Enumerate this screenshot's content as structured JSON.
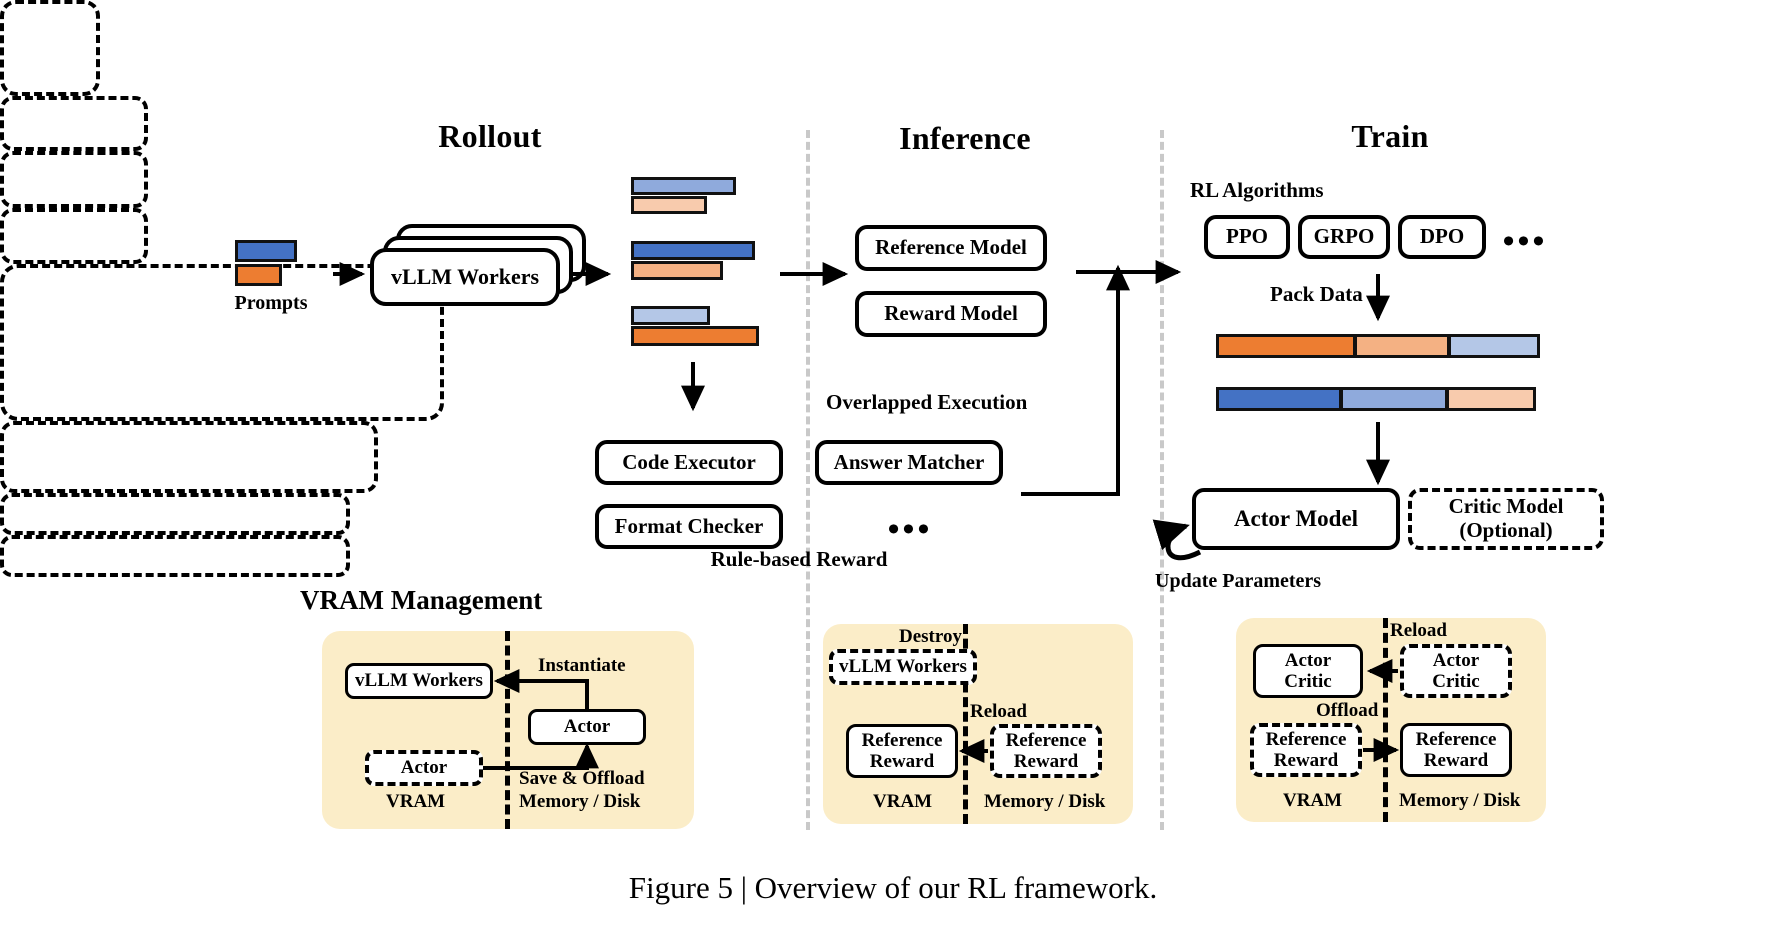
{
  "figure": {
    "caption": "Figure 5 | Overview of our RL framework."
  },
  "stages": [
    {
      "id": "rollout",
      "title": "Rollout"
    },
    {
      "id": "inference",
      "title": "Inference"
    },
    {
      "id": "train",
      "title": "Train"
    }
  ],
  "rollout": {
    "prompts": {
      "label": "Prompts",
      "bars": [
        {
          "color": "#4472c4",
          "width_pct": 88
        },
        {
          "color": "#ed7d31",
          "width_pct": 66
        }
      ]
    },
    "workers": {
      "label": "vLLM Workers",
      "stack_count": 3
    },
    "outputs": [
      {
        "bars": [
          {
            "color": "#8faadc",
            "width_pct": 80
          },
          {
            "color": "#f8cbad",
            "width_pct": 58
          }
        ]
      },
      {
        "bars": [
          {
            "color": "#4472c4",
            "width_pct": 95
          },
          {
            "color": "#f4b183",
            "width_pct": 70
          }
        ]
      },
      {
        "bars": [
          {
            "color": "#b4c7e7",
            "width_pct": 60
          },
          {
            "color": "#ed7d31",
            "width_pct": 98
          }
        ]
      }
    ]
  },
  "reward": {
    "group_title": "Overlapped Execution",
    "group_footer": "Rule-based Reward",
    "items": [
      {
        "label": "Code Executor"
      },
      {
        "label": "Answer Matcher"
      },
      {
        "label": "Format Checker"
      },
      {
        "label": "•••"
      }
    ],
    "ellipsis": "•••"
  },
  "inference": {
    "models": [
      {
        "label": "Reference Model"
      },
      {
        "label": "Reward Model"
      }
    ]
  },
  "train": {
    "algorithms_group_label": "RL Algorithms",
    "algorithms": [
      {
        "label": "PPO"
      },
      {
        "label": "GRPO"
      },
      {
        "label": "DPO"
      }
    ],
    "algorithms_ellipsis": "•••",
    "pack_data_label": "Pack Data",
    "packed_sequences": [
      {
        "segments": [
          {
            "color": "#ed7d31",
            "width_pct": 40
          },
          {
            "color": "#f4b183",
            "width_pct": 28
          },
          {
            "color": "#b4c7e7",
            "width_pct": 27
          }
        ]
      },
      {
        "segments": [
          {
            "color": "#4472c4",
            "width_pct": 36
          },
          {
            "color": "#8faadc",
            "width_pct": 31
          },
          {
            "color": "#f8cbad",
            "width_pct": 26
          }
        ]
      }
    ],
    "actor_model": {
      "label": "Actor Model"
    },
    "critic_model": {
      "label": "Critic Model\n(Optional)",
      "line1": "Critic Model",
      "line2": "(Optional)"
    },
    "update_parameters_label": "Update Parameters"
  },
  "vram": {
    "section_title": "VRAM Management",
    "panels": [
      {
        "id": "panel-rollout",
        "left_label": "VRAM",
        "right_label": "Memory / Disk",
        "edge_labels": [
          "Instantiate",
          "Save & Offload"
        ],
        "nodes": [
          {
            "label": "vLLM Workers",
            "style": "solid",
            "side": "vram"
          },
          {
            "label": "Actor",
            "style": "solid",
            "side": "memory"
          },
          {
            "label": "Actor",
            "style": "dashed",
            "side": "vram"
          }
        ]
      },
      {
        "id": "panel-inference",
        "left_label": "VRAM",
        "right_label": "Memory / Disk",
        "edge_labels": [
          "Destroy",
          "Reload"
        ],
        "nodes": [
          {
            "label": "vLLM Workers",
            "style": "dashed",
            "side": "vram"
          },
          {
            "label": "Reference\nReward",
            "line1": "Reference",
            "line2": "Reward",
            "style": "solid",
            "side": "vram"
          },
          {
            "label": "Reference\nReward",
            "line1": "Reference",
            "line2": "Reward",
            "style": "dashed",
            "side": "memory"
          }
        ]
      },
      {
        "id": "panel-train",
        "left_label": "VRAM",
        "right_label": "Memory / Disk",
        "edge_labels": [
          "Reload",
          "Offload"
        ],
        "nodes": [
          {
            "label": "Actor\nCritic",
            "line1": "Actor",
            "line2": "Critic",
            "style": "solid",
            "side": "vram"
          },
          {
            "label": "Actor\nCritic",
            "line1": "Actor",
            "line2": "Critic",
            "style": "dashed",
            "side": "memory"
          },
          {
            "label": "Reference\nReward",
            "line1": "Reference",
            "line2": "Reward",
            "style": "dashed",
            "side": "vram"
          },
          {
            "label": "Reference\nReward",
            "line1": "Reference",
            "line2": "Reward",
            "style": "solid",
            "side": "memory"
          }
        ]
      }
    ]
  },
  "colors": {
    "blue_dark": "#4472c4",
    "blue_mid": "#8faadc",
    "blue_light": "#b4c7e7",
    "orange_dark": "#ed7d31",
    "orange_mid": "#f4b183",
    "orange_light": "#f8cbad",
    "panel_cream": "#fbedc8",
    "separator_gray": "#c9c9c9",
    "stroke": "#000000"
  }
}
